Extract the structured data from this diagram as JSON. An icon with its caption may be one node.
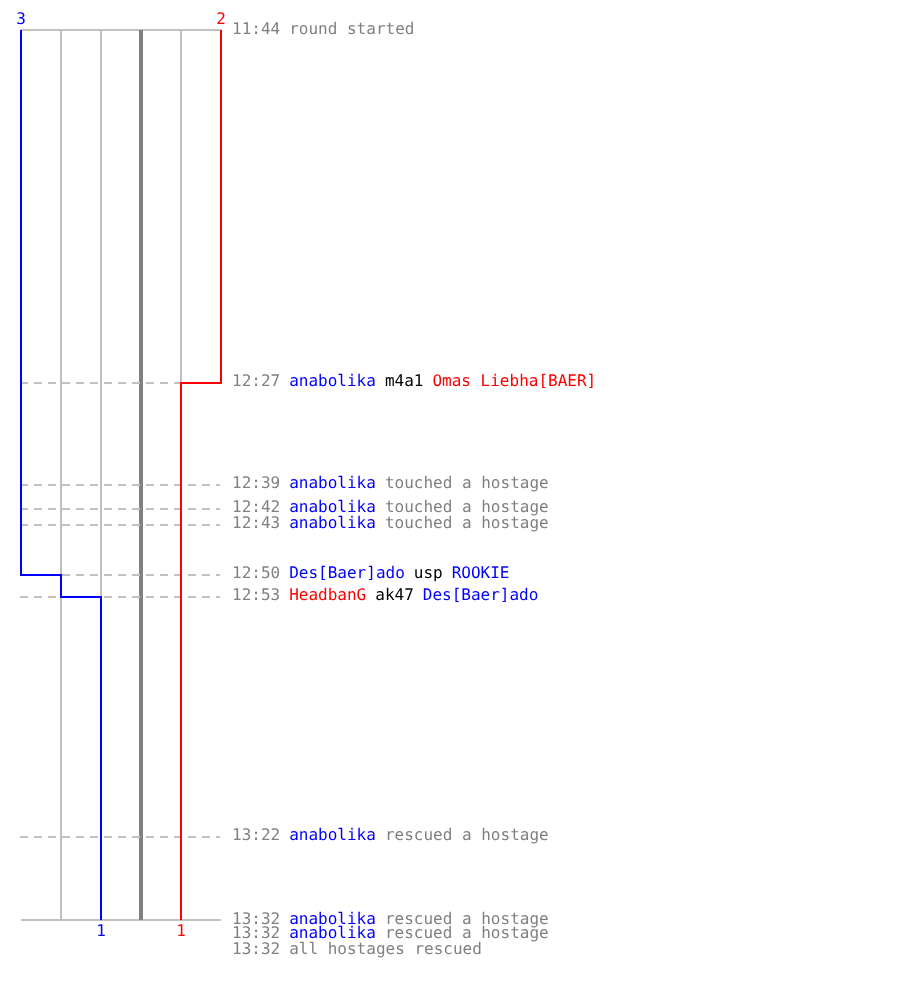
{
  "diagram": {
    "labels": [
      "3",
      "2",
      "11:44",
      "round started",
      "12:27",
      "anabolika",
      "m4a1",
      "Omas Liebha[BAER]",
      "12:39",
      "anabolika",
      "touched a hostage",
      "12:42",
      "anabolika",
      "touched a hostage",
      "12:43",
      "anabolika",
      "touched a hostage",
      "12:50",
      "Des[Baer]ado",
      "usp",
      "ROOKIE",
      "12:53",
      "HeadbanG",
      "ak47",
      "Des[Baer]ado",
      "13:22",
      "anabolika",
      "rescued a hostage",
      "13:32",
      "anabolika",
      "rescued a hostage",
      "13:32",
      "anabolika",
      "rescued a hostage",
      "13:32",
      "all hostages rescued",
      "1",
      "1"
    ]
  }
}
